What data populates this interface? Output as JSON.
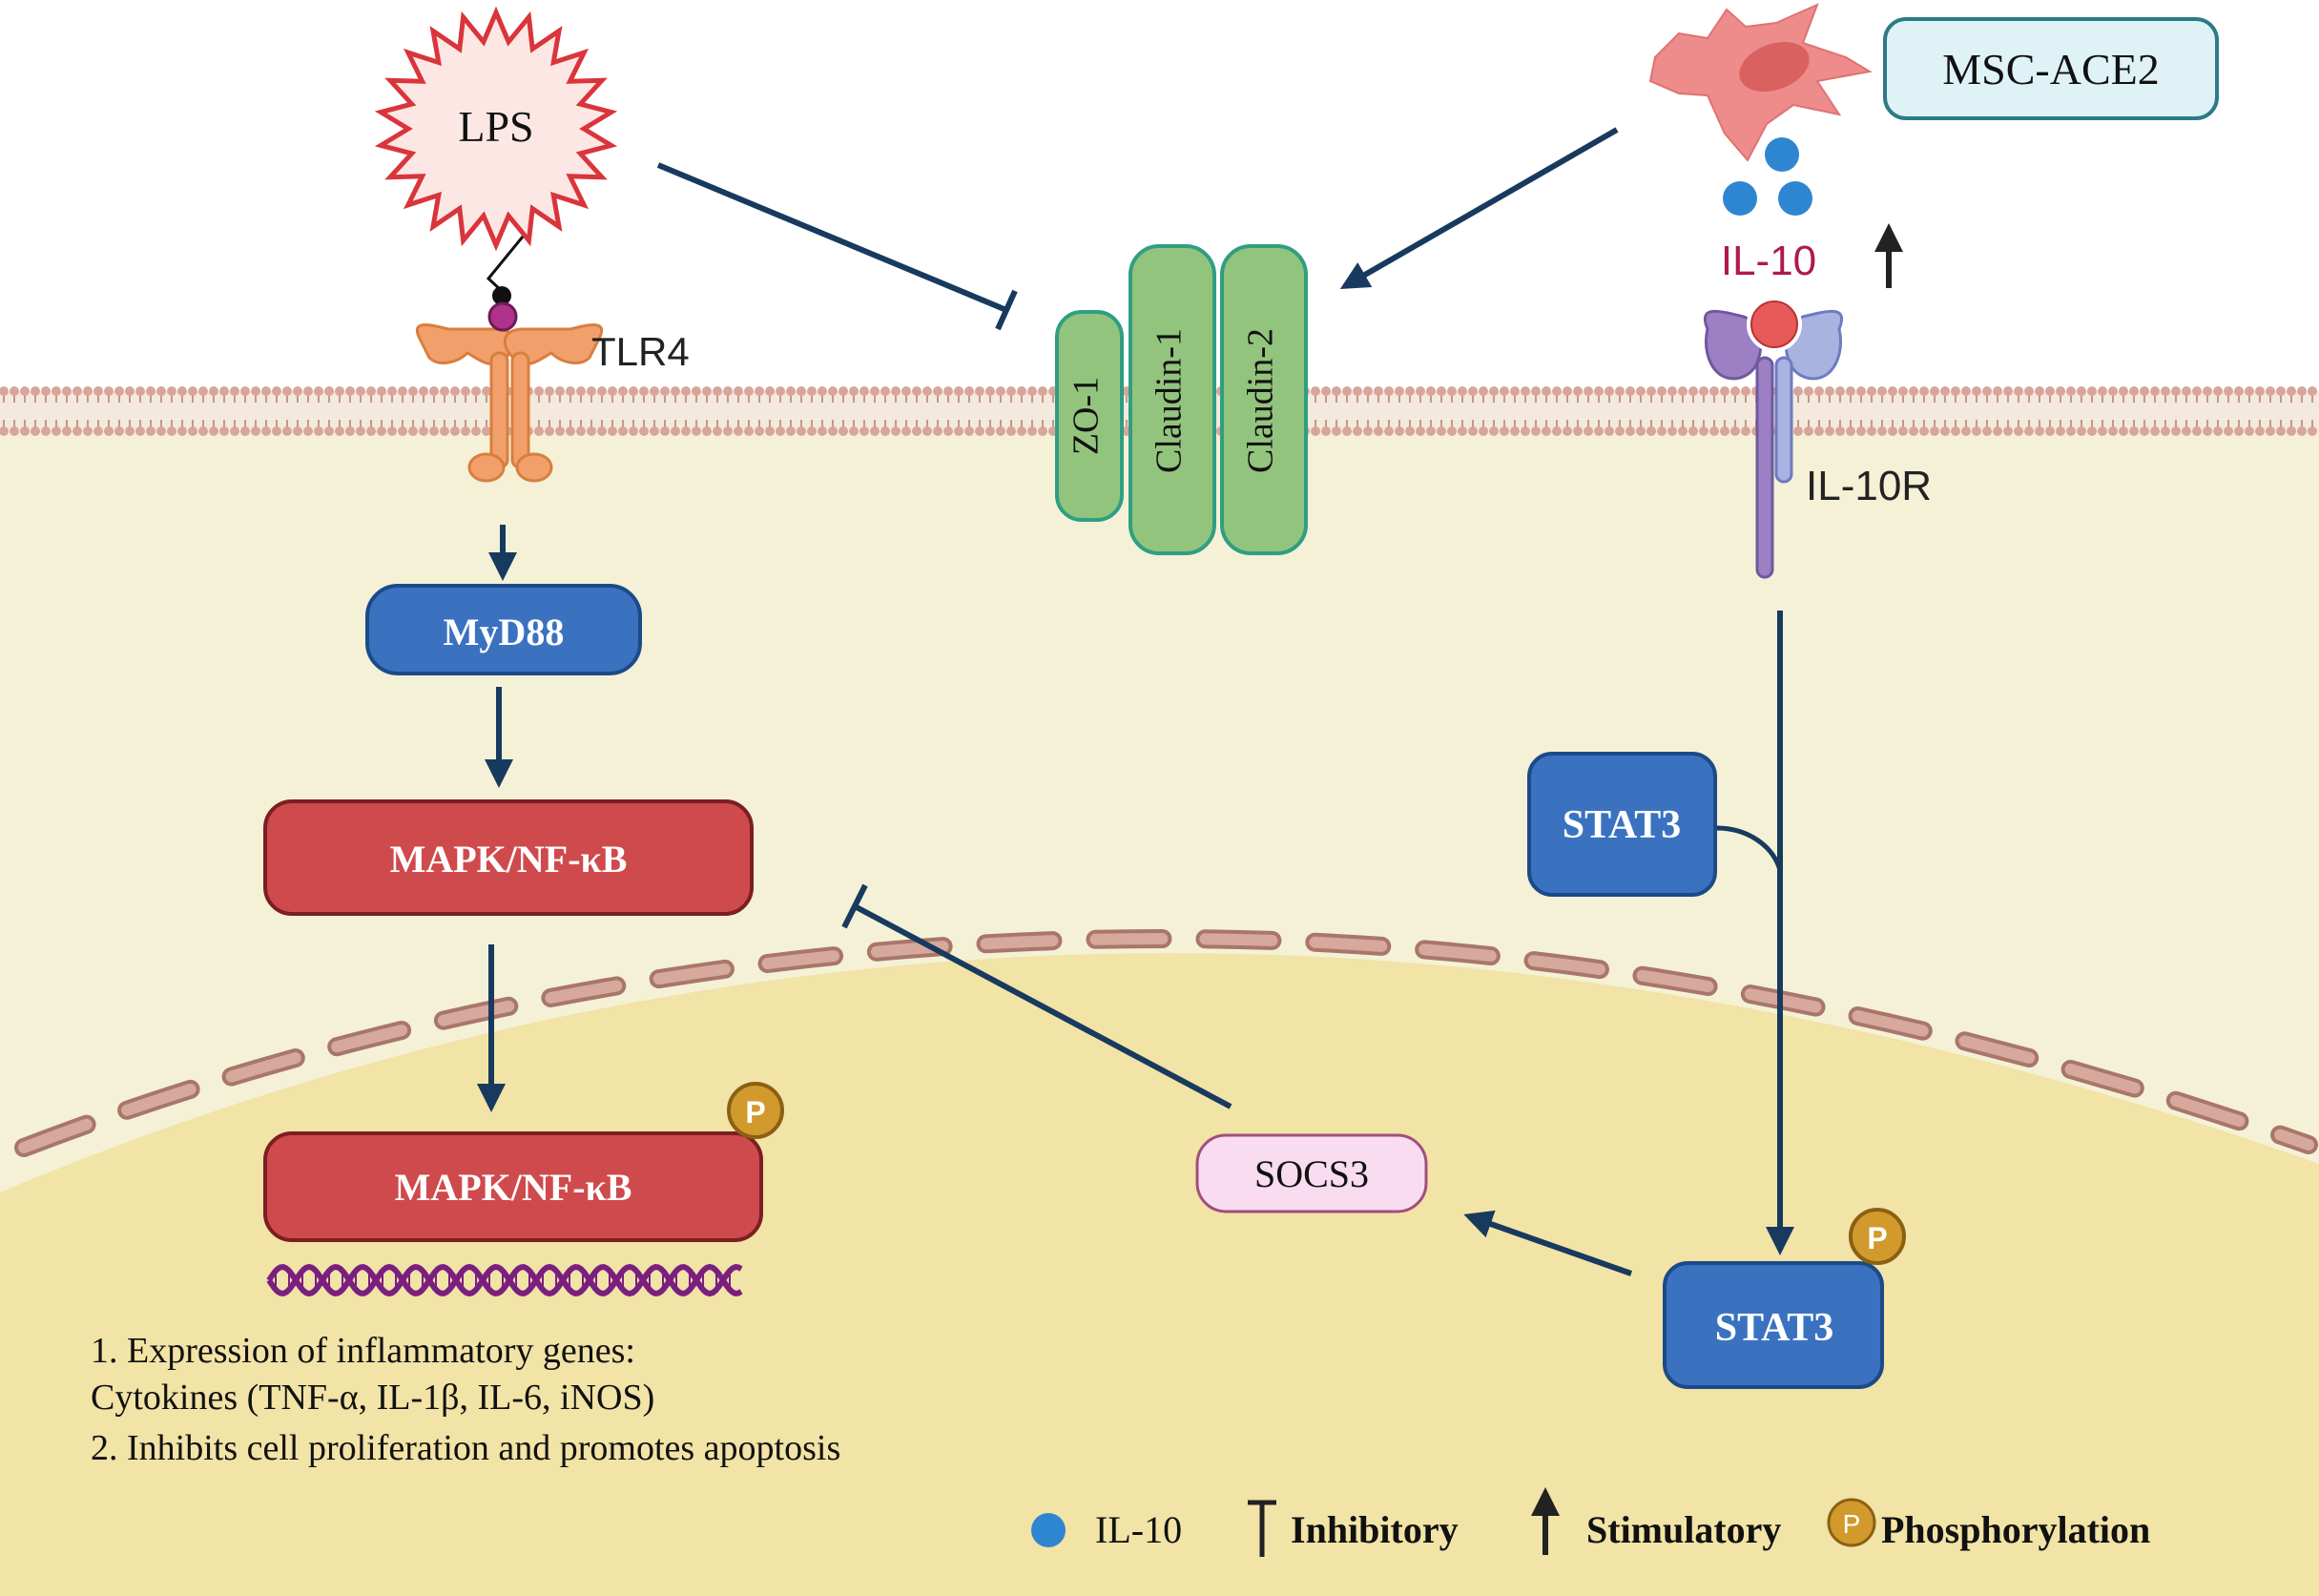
{
  "colors": {
    "cytoplasm": "#f4f1d6",
    "nucleus": "#f2e3a6",
    "membrane_bead": "#d8a59a",
    "arrow": "#173a5e",
    "lps_fill": "#fde7e5",
    "lps_stroke": "#d9353b",
    "tlr4": "#f2a06b",
    "blue_box": "#3a72c0",
    "red_box": "#cf4a4d",
    "junction": "#93c47d",
    "junction_stroke": "#2f9e83",
    "il10_dot": "#2f86d0",
    "il10_text": "#b0184e",
    "il10r_dark": "#9d7fc4",
    "il10r_light": "#a9b3e0",
    "msc_cell": "#ee8b8b",
    "msc_label_bg": "#dff3f7",
    "socs3_bg": "#f9dcf0",
    "phospho": "#d29a2c",
    "dna": "#7a1f7f"
  },
  "labels": {
    "lps": "LPS",
    "tlr4": "TLR4",
    "myd88": "MyD88",
    "mapk_top": "MAPK/NF-κB",
    "mapk_bottom": "MAPK/NF-κB",
    "zo1": "ZO-1",
    "claudin1": "Claudin-1",
    "claudin2": "Claudin-2",
    "msc_ace2": "MSC-ACE2",
    "il10": "IL-10",
    "il10r": "IL-10R",
    "stat3_top": "STAT3",
    "stat3_bottom": "STAT3",
    "socs3": "SOCS3",
    "p_badge": "P"
  },
  "notes": [
    "1. Expression of inflammatory genes:",
    "Cytokines (TNF-α, IL-1β, IL-6, iNOS)",
    "2. Inhibits cell proliferation and promotes apoptosis"
  ],
  "legend": {
    "il10": "IL-10",
    "inhibitory": "Inhibitory",
    "stimulatory": "Stimulatory",
    "phosphorylation": "Phosphorylation",
    "p_symbol": "P"
  }
}
